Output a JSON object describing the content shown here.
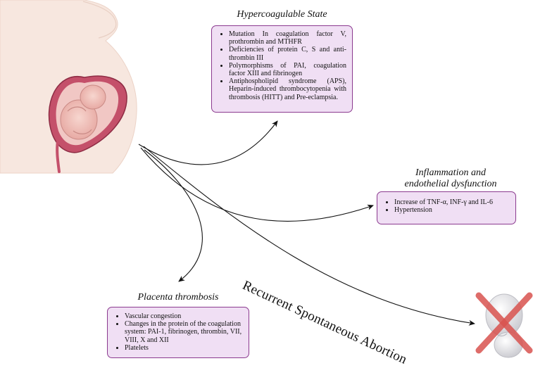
{
  "hypercoagulable": {
    "title": "Hypercoagulable State",
    "items": [
      "Mutation In coagulation factor V, prothrombin and MTHFR",
      "Deficiencies of protein C, S and anti-thrombin III",
      "Polymorphisms of PAI, coagulation factor XIII and fibrinogen",
      "Antiphospholipid syndrome (APS), Heparin-induced thrombocytopenia with thrombosis (HITT) and Pre-eclampsia."
    ]
  },
  "inflammation": {
    "title_line1": "Inflammation and",
    "title_line2": "endothelial dysfunction",
    "items": [
      "Increase of TNF-α, INF-γ and IL-6",
      "Hypertension"
    ]
  },
  "placenta": {
    "title": "Placenta thrombosis",
    "items": [
      "Vascular congestion",
      "Changes in the protein of the coagulation system: PAI-1, fibrinogen, thrombin, VII, VIII, X and XII",
      "Platelets"
    ]
  },
  "outcome": {
    "label": "Recurrent Spontaneous Abortion"
  },
  "colors": {
    "box_fill": "#f0dff4",
    "box_border": "#8b3a8f",
    "skin": "#f7e7df",
    "uterus": "#c4506a",
    "cross": "#d9534f"
  },
  "icons": {
    "mother": "pregnant-woman-illustration",
    "fetus": "fetus-icon",
    "cross": "cross-mark-icon"
  }
}
